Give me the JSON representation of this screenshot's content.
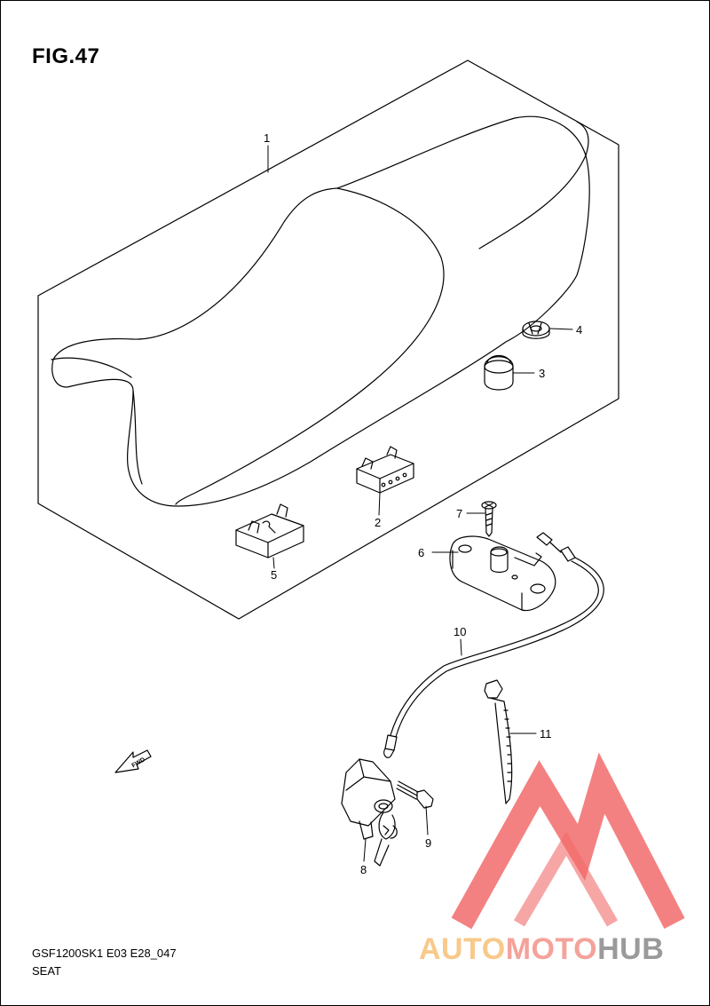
{
  "figure": {
    "title": "FIG.47",
    "model_code": "GSF1200SK1 E03 E28_047",
    "section_name": "SEAT"
  },
  "callouts": [
    {
      "id": "1",
      "label": "1"
    },
    {
      "id": "2",
      "label": "2"
    },
    {
      "id": "3",
      "label": "3"
    },
    {
      "id": "4",
      "label": "4"
    },
    {
      "id": "5",
      "label": "5"
    },
    {
      "id": "6",
      "label": "6"
    },
    {
      "id": "7",
      "label": "7"
    },
    {
      "id": "8",
      "label": "8"
    },
    {
      "id": "9",
      "label": "9"
    },
    {
      "id": "10",
      "label": "10"
    },
    {
      "id": "11",
      "label": "11"
    }
  ],
  "fwd_arrow_label": "FWD",
  "watermark": {
    "parts": [
      "AUTO",
      "MOTO",
      "HUB"
    ],
    "colors": [
      "#f8c98a",
      "#f4a29a",
      "#9a9a9a"
    ],
    "mark_color": "#f26b6b"
  },
  "colors": {
    "line": "#000000",
    "background": "#ffffff"
  }
}
